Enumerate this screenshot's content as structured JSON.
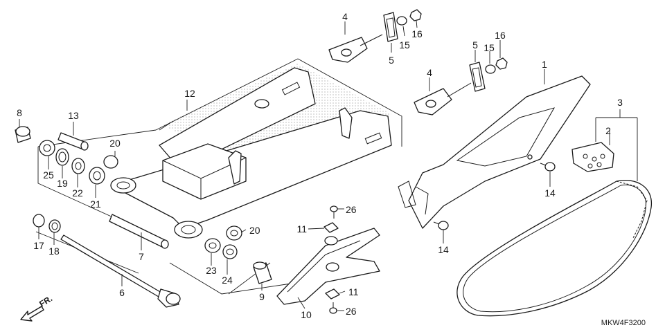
{
  "diagram": {
    "part_numbers": {
      "p1": "1",
      "p2": "2",
      "p3": "3",
      "p4": "4",
      "p5": "5",
      "p6": "6",
      "p7": "7",
      "p8": "8",
      "p9": "9",
      "p10": "10",
      "p11": "11",
      "p12": "12",
      "p13": "13",
      "p14": "14",
      "p15": "15",
      "p16": "16",
      "p17": "17",
      "p18": "18",
      "p19": "19",
      "p20": "20",
      "p21": "21",
      "p22": "22",
      "p23": "23",
      "p24": "24",
      "p25": "25",
      "p26": "26"
    },
    "direction_label": "FR.",
    "diagram_code": "MKW4F3200"
  }
}
